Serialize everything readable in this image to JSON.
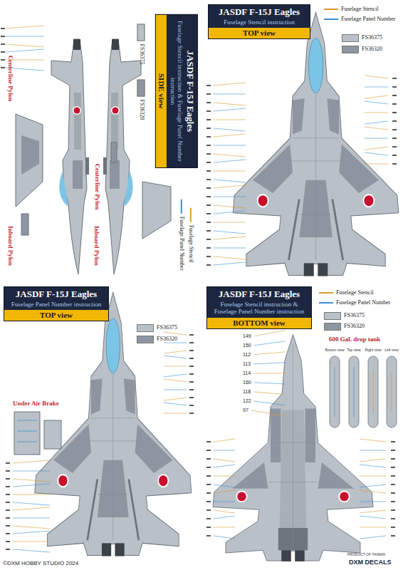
{
  "diagram": {
    "nodes": [
      {
        "text": [
          "JASDF F-15J Eagles",
          "Fuselage Stencil instruction & Fuselage Panel Number instruction"
        ]
      },
      {
        "text": [
          "SIDE view"
        ],
        "in": 0
      },
      {
        "text": [
          "JASDF F-15J Eagles",
          "Fuselage Stencil instruction"
        ]
      },
      {
        "text": [
          "TOP view"
        ],
        "in": 2
      },
      {
        "text": [
          "JASDF F-15J Eagles",
          "Fuselage Panel Number instruction"
        ]
      },
      {
        "text": [
          "TOP view"
        ],
        "in": 4
      },
      {
        "text": [
          "JASDF F-15J Eagles",
          "Fuselage Stencil instruction & Fuselage Panel Number instruction"
        ]
      },
      {
        "text": [
          "BOTTOM view"
        ],
        "in": 6
      }
    ],
    "labels": [
      "Centerline Pylon",
      "Centerline Pylon",
      "Inboard Pylon",
      "Inboard Pylon",
      "Under Air Brake",
      "600 Gal. drop tank",
      "Bottom view",
      "Top view",
      "Right view",
      "Left view",
      "149",
      "150",
      "112",
      "113",
      "114",
      "160",
      "118",
      "122",
      "97",
      "©DXM HOBBY STUDIO 2024",
      "PRODUCT OF TAIWAN",
      "DXM DECALS"
    ],
    "legend": [
      {
        "text": "FS36375",
        "color": "#b9c0c7"
      },
      {
        "text": "FS36320",
        "color": "#8d96a0"
      },
      {
        "text": "Fuselage Stencil"
      },
      {
        "text": "Fuselage Panel Number"
      },
      {
        "text": "Fuselage Stencil"
      },
      {
        "text": "Fuselage Panel Number"
      },
      {
        "text": "FS36375",
        "color": "#b9c0c7"
      },
      {
        "text": "FS36320",
        "color": "#8d96a0"
      },
      {
        "text": "FS36375",
        "color": "#b9c0c7"
      },
      {
        "text": "FS36320",
        "color": "#8d96a0"
      },
      {
        "text": "Fuselage Stencil"
      },
      {
        "text": "Fuselage Panel Number"
      },
      {
        "text": "FS36375",
        "color": "#b9c0c7"
      },
      {
        "text": "FS36320",
        "color": "#8d96a0"
      }
    ]
  }
}
